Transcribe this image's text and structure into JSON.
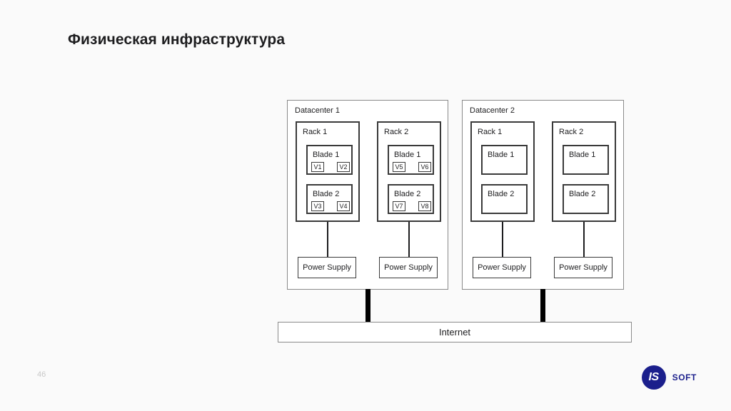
{
  "slide": {
    "title": "Физическая инфраструктура",
    "page_number": "46",
    "background_color": "#fafafa"
  },
  "brand": {
    "mark_text": "IS",
    "word": "SOFT",
    "color": "#1b1f8c"
  },
  "diagram": {
    "type": "infrastructure-block-diagram",
    "network_label": "Internet",
    "datacenters": [
      {
        "label": "Datacenter 1",
        "racks": [
          {
            "label": "Rack 1",
            "blades": [
              {
                "label": "Blade 1",
                "vms": [
                  "V1",
                  "V2"
                ]
              },
              {
                "label": "Blade 2",
                "vms": [
                  "V3",
                  "V4"
                ]
              }
            ],
            "power_supply": "Power Supply"
          },
          {
            "label": "Rack 2",
            "blades": [
              {
                "label": "Blade 1",
                "vms": [
                  "V5",
                  "V6"
                ]
              },
              {
                "label": "Blade 2",
                "vms": [
                  "V7",
                  "V8"
                ]
              }
            ],
            "power_supply": "Power Supply"
          }
        ]
      },
      {
        "label": "Datacenter 2",
        "racks": [
          {
            "label": "Rack 1",
            "blades": [
              {
                "label": "Blade 1",
                "vms": []
              },
              {
                "label": "Blade 2",
                "vms": []
              }
            ],
            "power_supply": "Power Supply"
          },
          {
            "label": "Rack 2",
            "blades": [
              {
                "label": "Blade 1",
                "vms": []
              },
              {
                "label": "Blade 2",
                "vms": []
              }
            ],
            "power_supply": "Power Supply"
          }
        ]
      }
    ]
  }
}
